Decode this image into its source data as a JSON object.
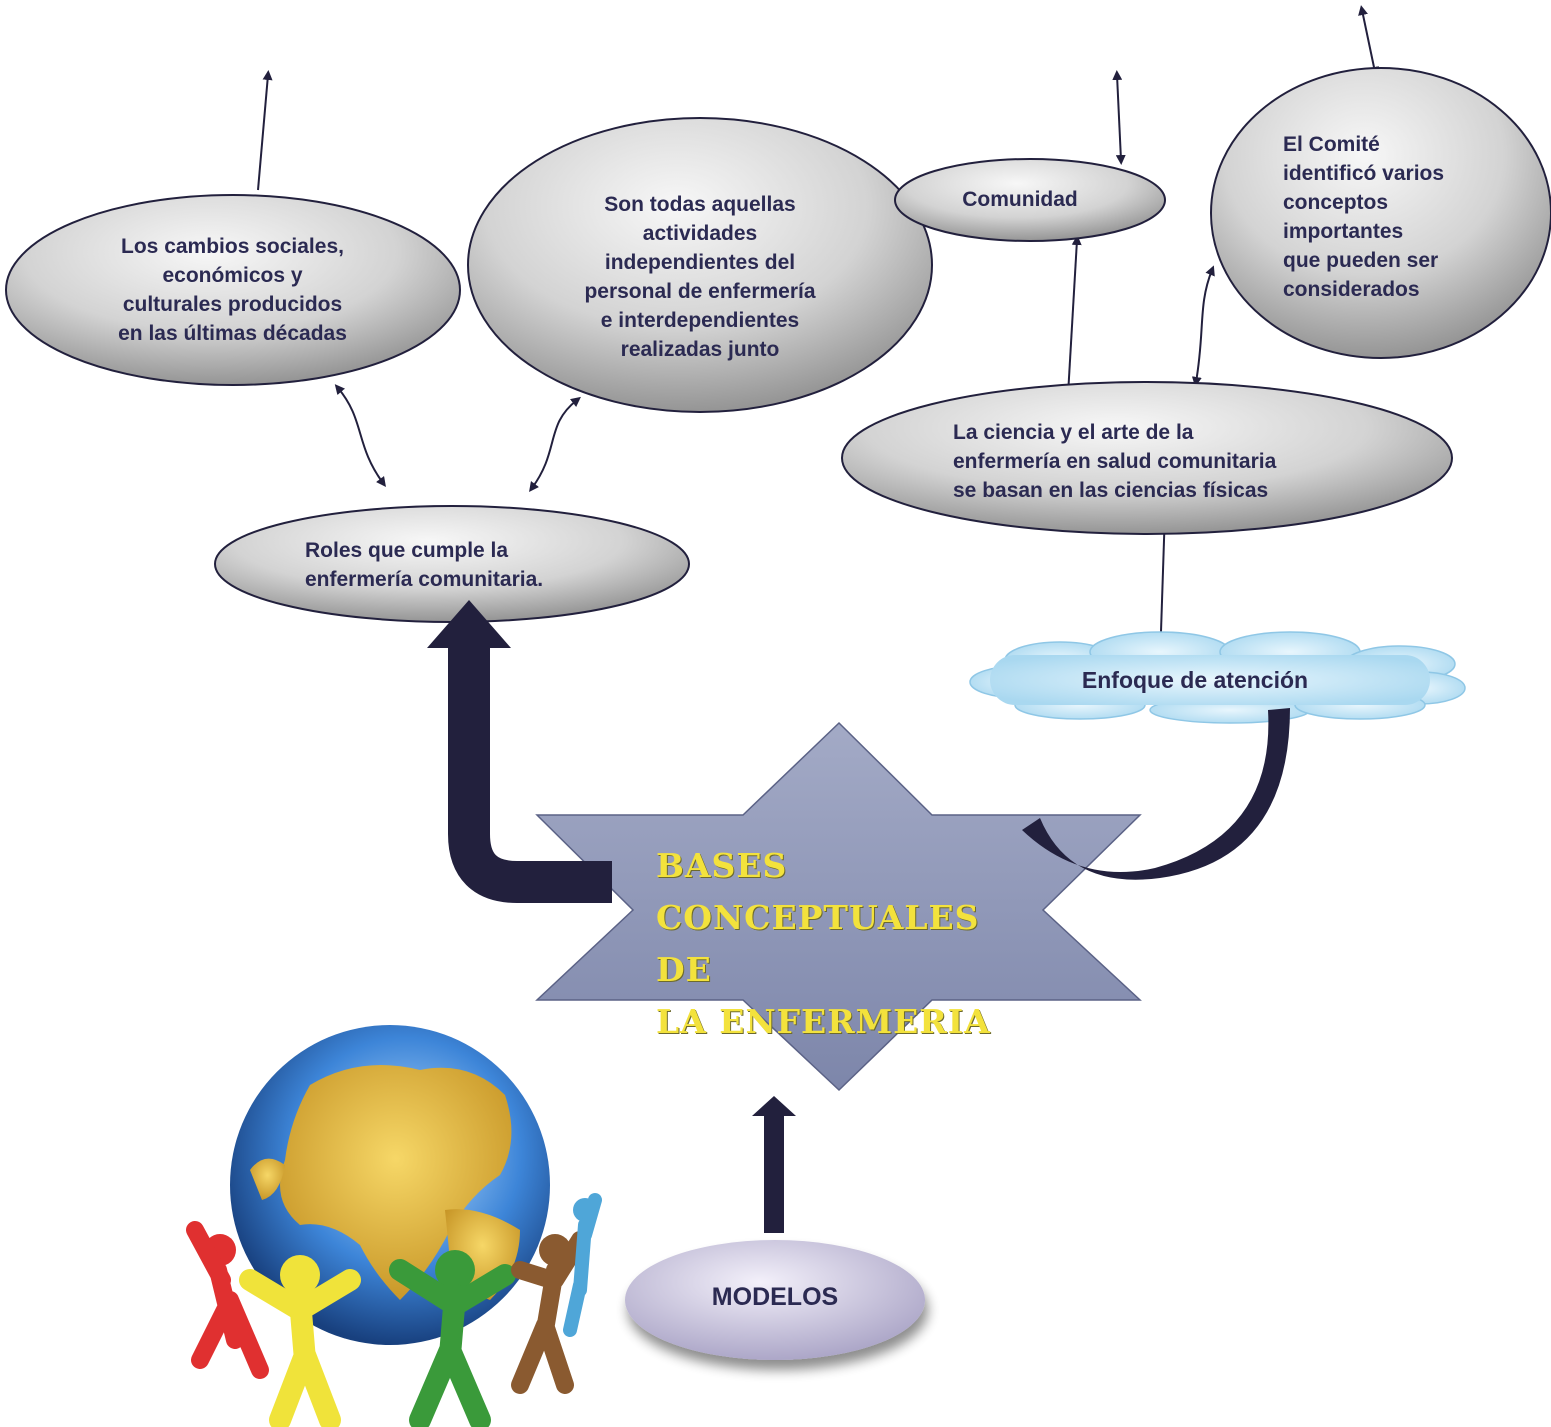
{
  "diagram": {
    "center": {
      "title": "BASES\nCONCEPTUALES DE\nLA ENFERMERIA"
    },
    "nodes": {
      "roles": "Roles que cumple la\nenfermería comunitaria.",
      "cambios": "Los cambios sociales,\neconómicos y\nculturales producidos\nen las últimas décadas",
      "actividades": "Son todas aquellas\nactividades\nindependientes del\npersonal de enfermería\ne  interdependientes\nrealizadas junto",
      "comunidad": "Comunidad",
      "comite": "El Comité\nidentificó varios\nconceptos\nimportantes\nque pueden ser\nconsiderados",
      "ciencia": "La ciencia y el arte de la\nenfermería en salud comunitaria\nse basan en las ciencias físicas",
      "enfoque": "Enfoque de atención",
      "modelos": "MODELOS"
    },
    "colors": {
      "ellipse_fill_light": "#f4f4f4",
      "ellipse_fill_dark": "#8c8c8c",
      "arrow_dark": "#22203d",
      "star_fill": "#8e96b8",
      "title_text": "#f3e23c",
      "cloud_fill": "#bfe3f5",
      "label_text": "#2b2a52"
    },
    "image": {
      "description": "globe-with-people-icon"
    }
  }
}
